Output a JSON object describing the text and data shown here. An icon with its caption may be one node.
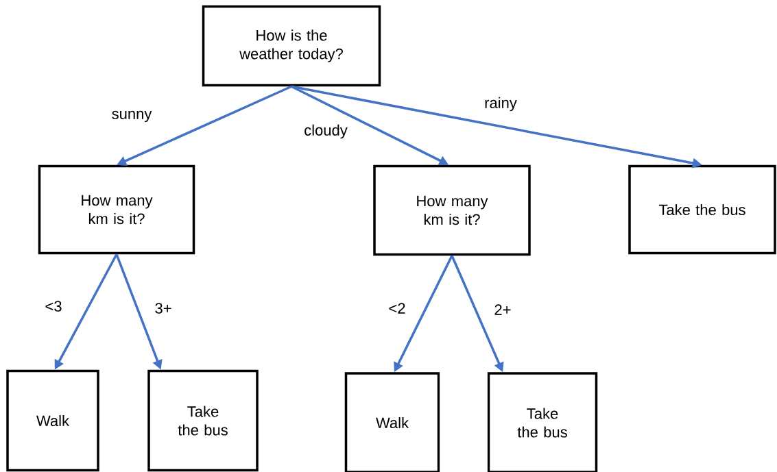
{
  "diagram": {
    "nodes": [
      {
        "text": [
          "How is the weather today?"
        ]
      },
      {
        "text": [
          "How many km is it?"
        ]
      },
      {
        "text": [
          "How many km is it?"
        ]
      },
      {
        "text": [
          "Take the bus"
        ]
      },
      {
        "text": [
          "Walk"
        ]
      },
      {
        "text": [
          "Take the bus"
        ]
      },
      {
        "text": [
          "Walk"
        ]
      },
      {
        "text": [
          "Take the bus"
        ]
      }
    ],
    "edges": [
      {
        "from": 0,
        "to": 1,
        "arrow": "to",
        "label": "sunny",
        "color": "#4472c4"
      },
      {
        "from": 0,
        "to": 2,
        "arrow": "to",
        "label": "cloudy",
        "color": "#4472c4"
      },
      {
        "from": 0,
        "to": 3,
        "arrow": "to",
        "label": "rainy",
        "color": "#4472c4"
      },
      {
        "from": 1,
        "to": 4,
        "arrow": "to",
        "label": "<3",
        "color": "#4472c4"
      },
      {
        "from": 1,
        "to": 5,
        "arrow": "to",
        "label": "3+",
        "color": "#4472c4"
      },
      {
        "from": 2,
        "to": 6,
        "arrow": "to",
        "label": "<2",
        "color": "#4472c4"
      },
      {
        "from": 2,
        "to": 7,
        "arrow": "to",
        "label": "2+",
        "color": "#4472c4"
      }
    ]
  }
}
